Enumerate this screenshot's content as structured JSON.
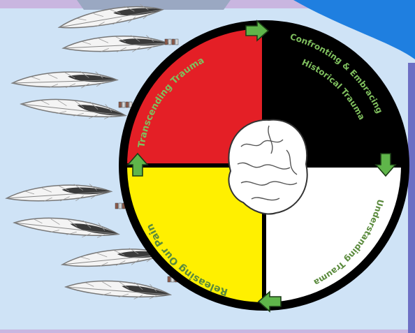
{
  "colors": {
    "page_bg": "#c9b6e0",
    "panel_bg": "#cfe3f6",
    "accent_blue": "#1f7fe0",
    "quadrant_red": "#e41f26",
    "quadrant_black": "#000000",
    "quadrant_white": "#ffffff",
    "quadrant_yellow": "#fff000",
    "arrow_green": "#5fb54a",
    "label_green": "#7fbf5e"
  },
  "wheel": {
    "quadrants": [
      {
        "name": "transcending",
        "label": "Transcending Trauma",
        "color": "#e41f26"
      },
      {
        "name": "confronting",
        "label": "Confronting & Embracing",
        "label2": "Historical Trauma",
        "color": "#000000"
      },
      {
        "name": "understanding",
        "label": "Understanding Trauma",
        "color": "#ffffff"
      },
      {
        "name": "releasing",
        "label": "Releasing Our Pain",
        "color": "#fff000"
      }
    ],
    "center_icon": "brain-icon",
    "arrow_icon": "green-arrow-icon"
  },
  "feathers": {
    "icon": "eagle-feather-icon",
    "groups": 4
  }
}
